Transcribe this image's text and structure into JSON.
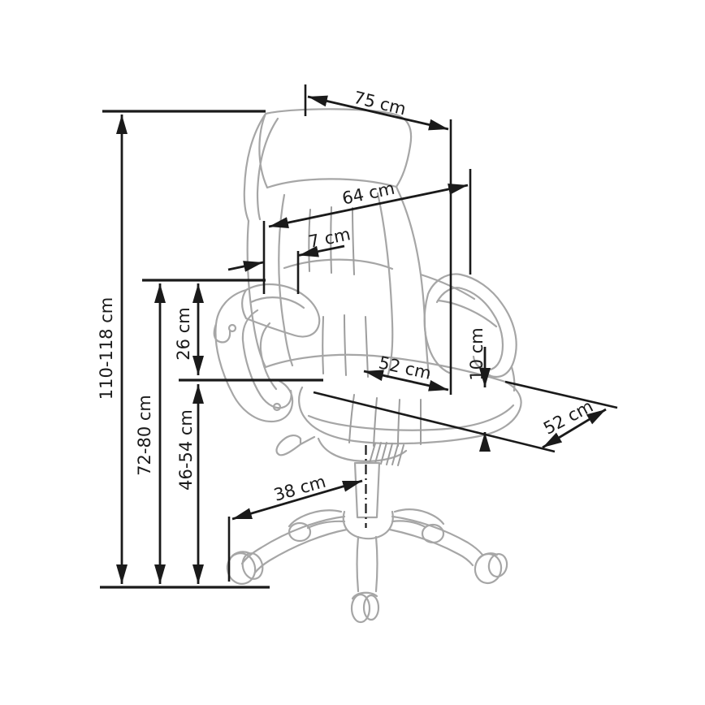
{
  "diagram": {
    "kind": "furniture-dimension-line-drawing",
    "subject": "executive swivel office chair with headrest, loop armrests and five-star caster base",
    "unit": "cm",
    "colors": {
      "background": "#ffffff",
      "dimension_ink": "#1a1a1a",
      "artwork_ink": "#a6a6a6"
    },
    "labels": {
      "overall_depth": "75 cm",
      "backrest_width": "64 cm",
      "headrest_offset": "7 cm",
      "total_height": "110-118 cm",
      "armrest_height": "72-80 cm",
      "seat_to_armrest": "26 cm",
      "seat_height": "46-54 cm",
      "seat_depth": "52 cm",
      "seat_thickness": "10 cm",
      "seat_width": "52 cm",
      "base_radius": "38 cm"
    }
  }
}
